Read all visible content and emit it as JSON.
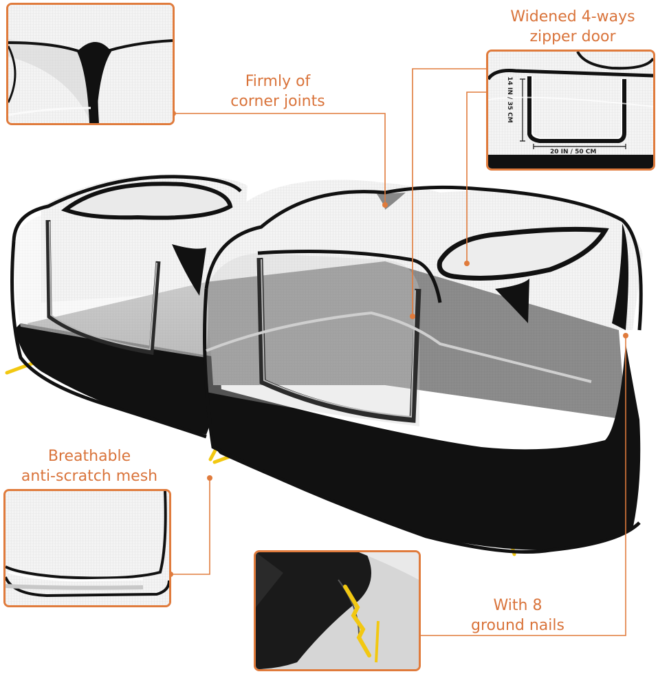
{
  "callouts": {
    "corner_joints": {
      "line1": "Firmly of",
      "line2": "corner joints"
    },
    "zipper_door": {
      "line1": "Widened 4-ways",
      "line2": "zipper door"
    },
    "mesh": {
      "line1": "Breathable",
      "line2": "anti-scratch mesh"
    },
    "ground_nails": {
      "line1": "With 8",
      "line2": "ground nails"
    }
  },
  "door_dimensions": {
    "height": "14 IN / 35 CM",
    "width": "20 IN / 50 CM"
  },
  "colors": {
    "accent": "#e07b3c",
    "label": "#d9733a",
    "tent_black": "#111111",
    "stake_yellow": "#f2c811"
  }
}
